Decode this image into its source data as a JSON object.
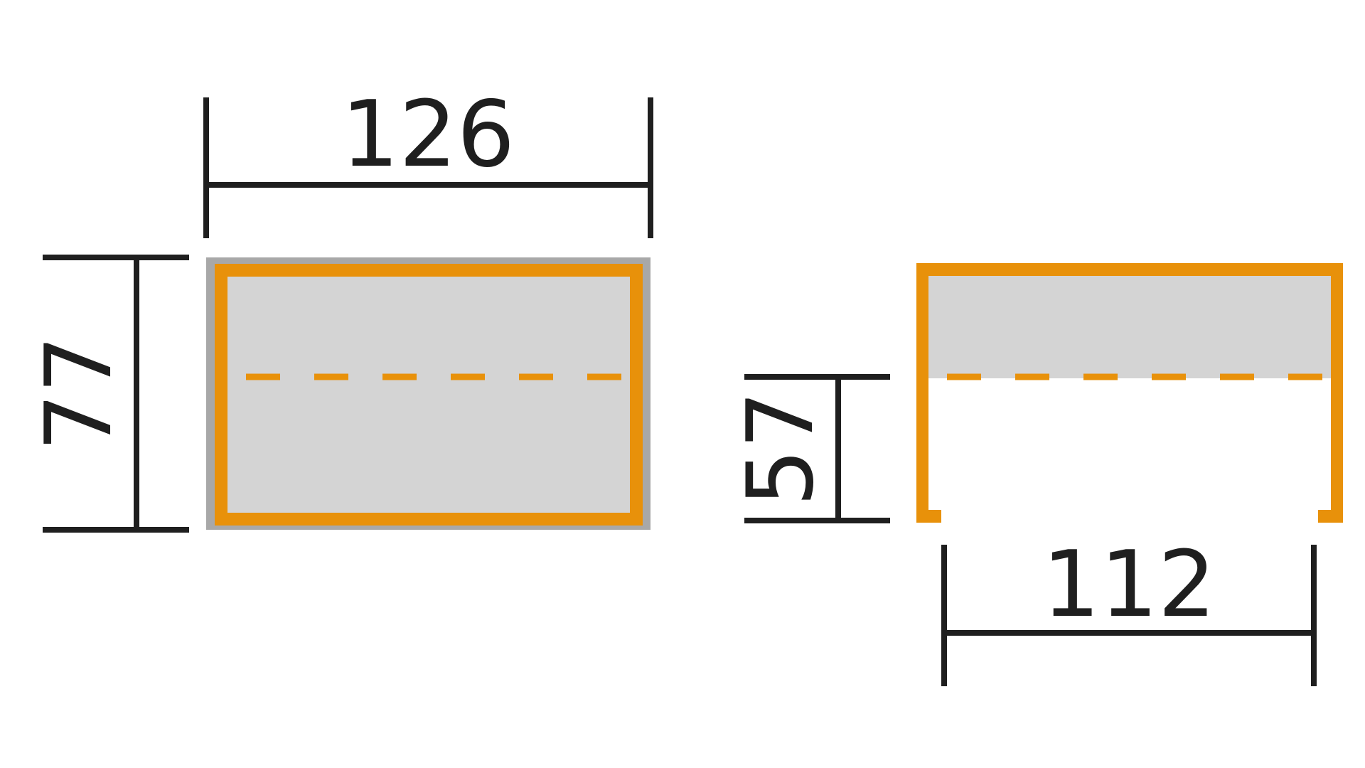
{
  "colors": {
    "frame": "#E8910A",
    "fill": "#D4D4D4",
    "border": "#A8A8A8",
    "line": "#1F1F1F",
    "background": "#FFFFFF"
  },
  "top_view": {
    "width_label": "126",
    "height_label": "77"
  },
  "side_view": {
    "height_label": "57",
    "width_label": "112"
  }
}
